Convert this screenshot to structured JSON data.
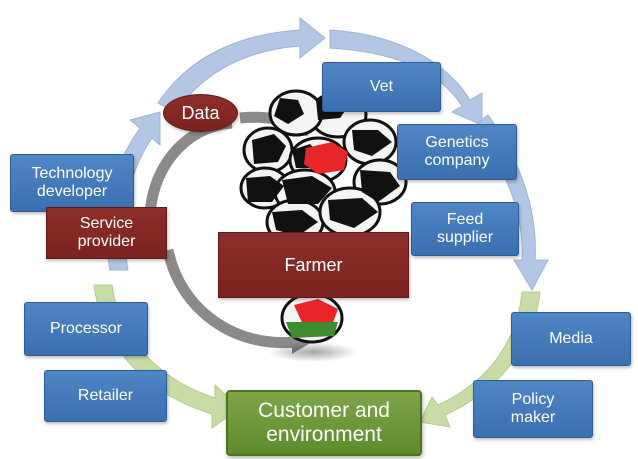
{
  "nodes": {
    "data": "Data",
    "vet": "Vet",
    "genetics": [
      "Genetics",
      "company"
    ],
    "feed": [
      "Feed",
      "supplier"
    ],
    "technology": [
      "Technology",
      "developer"
    ],
    "service": [
      "Service",
      "provider"
    ],
    "farmer": "Farmer",
    "processor": "Processor",
    "retailer": "Retailer",
    "media": "Media",
    "policy": [
      "Policy",
      "maker"
    ],
    "customer": [
      "Customer and",
      "environment"
    ]
  },
  "colors": {
    "blue_box": "#4a80c1",
    "red_box": "#852a26",
    "green_box": "#6f9a3a",
    "blue_arrow": "#b3c6e3",
    "green_arrow": "#c9dca7",
    "grey_arrow": "#8a8a8a",
    "cow_highlight": "#e8262a",
    "cow_green": "#3d8c2e"
  }
}
